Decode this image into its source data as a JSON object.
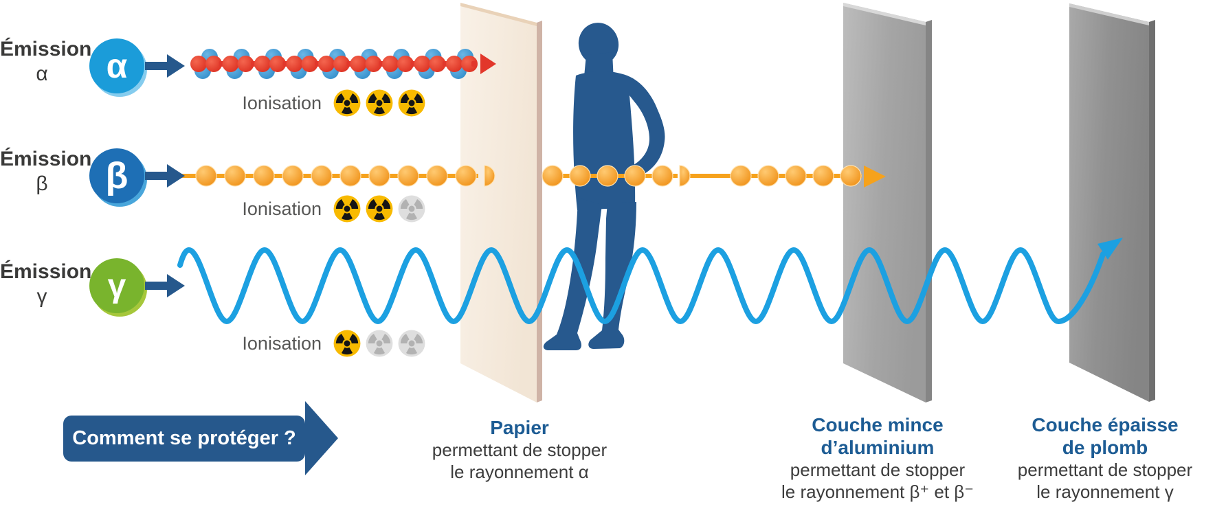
{
  "rows": [
    {
      "emission_label": "Émission",
      "symbol": "α",
      "badge_symbol": "α",
      "ionisation_label": "Ionisation",
      "trefoils": [
        "on",
        "on",
        "on"
      ]
    },
    {
      "emission_label": "Émission",
      "symbol": "β",
      "badge_symbol": "β",
      "ionisation_label": "Ionisation",
      "trefoils": [
        "on",
        "on",
        "off"
      ]
    },
    {
      "emission_label": "Émission",
      "symbol": "γ",
      "badge_symbol": "γ",
      "ionisation_label": "Ionisation",
      "trefoils": [
        "on",
        "off",
        "off"
      ]
    }
  ],
  "question": {
    "label": "Comment se protéger ?"
  },
  "captions": [
    {
      "title_line1": "Papier",
      "title_line2": "",
      "body_line1": "permettant de stopper",
      "body_line2": "le rayonnement α"
    },
    {
      "title_line1": "Couche mince",
      "title_line2": "d’aluminium",
      "body_line1": "permettant de stopper",
      "body_line2": "le rayonnement β⁺ et β⁻"
    },
    {
      "title_line1": "Couche épaisse",
      "title_line2": "de plomb",
      "body_line1": "permettant de stopper",
      "body_line2": "le rayonnement γ"
    }
  ],
  "chains": {
    "alpha_clusters": 9,
    "beta_sphere_groups": [
      10,
      5,
      5
    ]
  },
  "colors": {
    "badge_alpha": "#1b9cd9",
    "badge_beta": "#1e6fb5",
    "badge_gamma": "#79b42d",
    "dark_blue_arrow": "#26588c",
    "silhouette_blue": "#27598e",
    "alpha_proton_red": "#e2372b",
    "alpha_neutron_blue": "#3a93d5",
    "beta_orange": "#f6a21c",
    "gamma_wave_blue": "#1ca0e1",
    "trefoil_yellow": "#f8ba00",
    "trefoil_gray": "#dedede",
    "caption_title_blue": "#1d5c94",
    "paper_cream": "#f7eee3",
    "aluminium_gray": "#a8a8a8",
    "lead_gray": "#8f8f8f"
  }
}
